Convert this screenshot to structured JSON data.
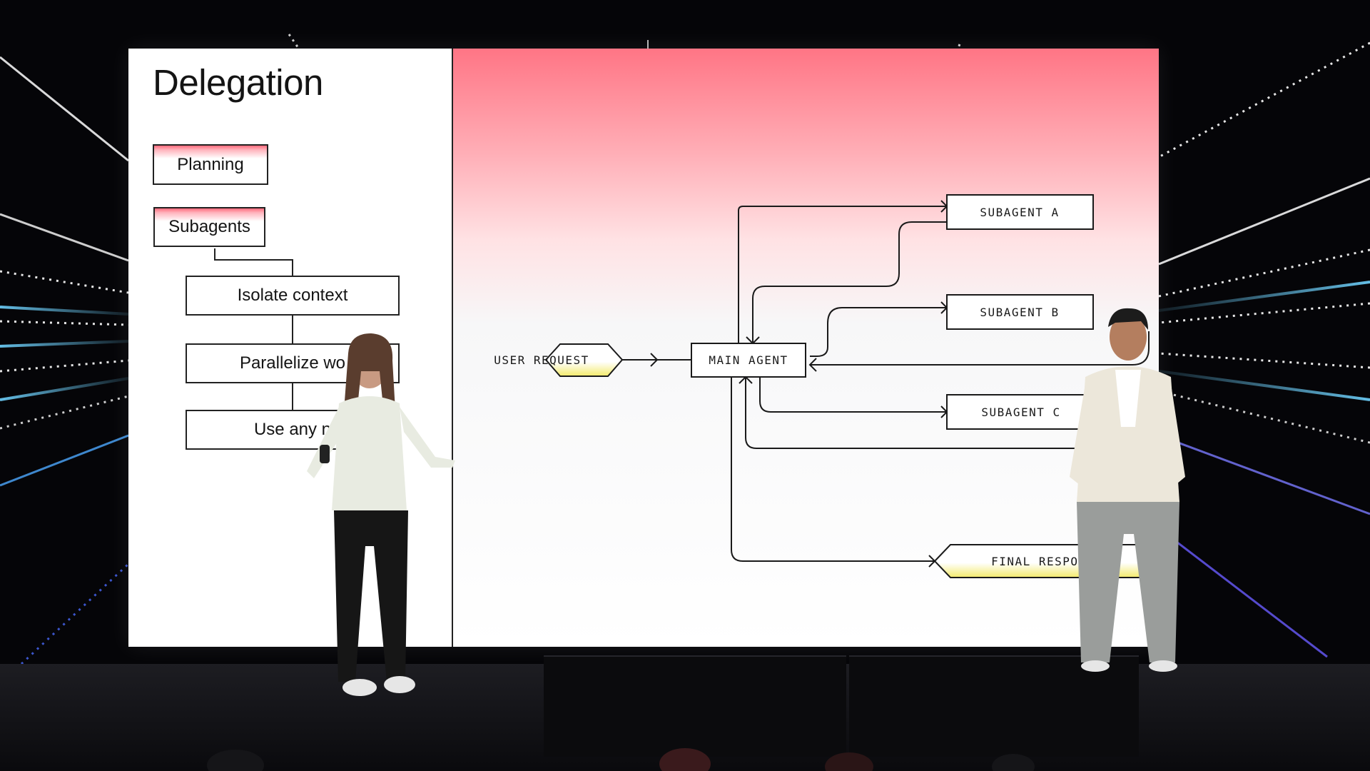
{
  "slide": {
    "title": "Delegation",
    "left_items": [
      {
        "label": "Planning",
        "highlighted": true
      },
      {
        "label": "Subagents",
        "highlighted": true
      },
      {
        "label": "Isolate context",
        "highlighted": false
      },
      {
        "label": "Parallelize wo",
        "highlighted": false
      },
      {
        "label": "Use any n",
        "highlighted": false
      }
    ]
  },
  "diagram": {
    "user_request": "USER REQUEST",
    "main_agent": "MAIN AGENT",
    "subagent_a": "SUBAGENT A",
    "subagent_b": "SUBAGENT B",
    "subagent_c": "SUBAGENT C",
    "final_response": "FINAL RESPONSE"
  },
  "colors": {
    "accent_pink": "#ff6b7d",
    "accent_yellow": "#f5ee7a",
    "ink": "#1a1a1a"
  }
}
